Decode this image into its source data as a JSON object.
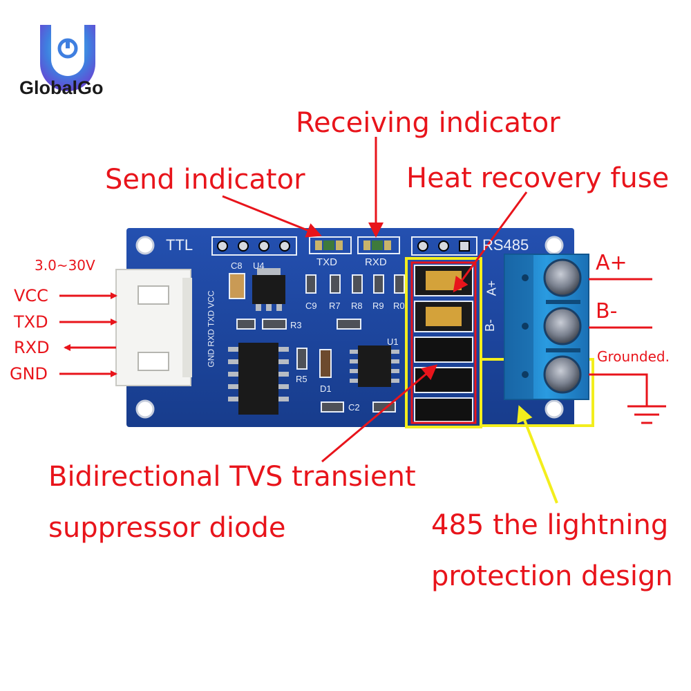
{
  "brand": {
    "name": "GlobalGo",
    "logo_icon": "globalgo-logo-icon"
  },
  "colors": {
    "label_red": "#e8141b",
    "pcb_blue": "#1d3f9a",
    "highlight_yellow": "#f3ee1d",
    "terminal_blue": "#1b84c9"
  },
  "annotations": {
    "receiving_indicator": "Receiving indicator",
    "send_indicator": "Send indicator",
    "heat_recovery_fuse": "Heat recovery fuse",
    "tvs_line1": "Bidirectional TVS transient",
    "tvs_line2": "suppressor diode",
    "lightning_line1": "485 the lightning",
    "lightning_line2": "protection design"
  },
  "pins_left": {
    "voltage": "3.0~30V",
    "vcc": "VCC",
    "txd": "TXD",
    "rxd": "RXD",
    "gnd": "GND"
  },
  "terminals_right": {
    "a_plus": "A+",
    "b_minus": "B-",
    "grounded": "Grounded."
  },
  "board_silkscreen": {
    "ttl": "TTL",
    "rs485": "RS485",
    "txd": "TXD",
    "rxd": "RXD",
    "c8": "C8",
    "u4": "U4",
    "c9": "C9",
    "r7": "R7",
    "r8": "R8",
    "r9": "R9",
    "r0": "R0",
    "r3": "R3",
    "r5": "R5",
    "u1": "U1",
    "d1": "D1",
    "c2": "C2",
    "conn_labels": "GND RXD TXD VCC",
    "term_a": "A+",
    "term_b": "B-"
  }
}
